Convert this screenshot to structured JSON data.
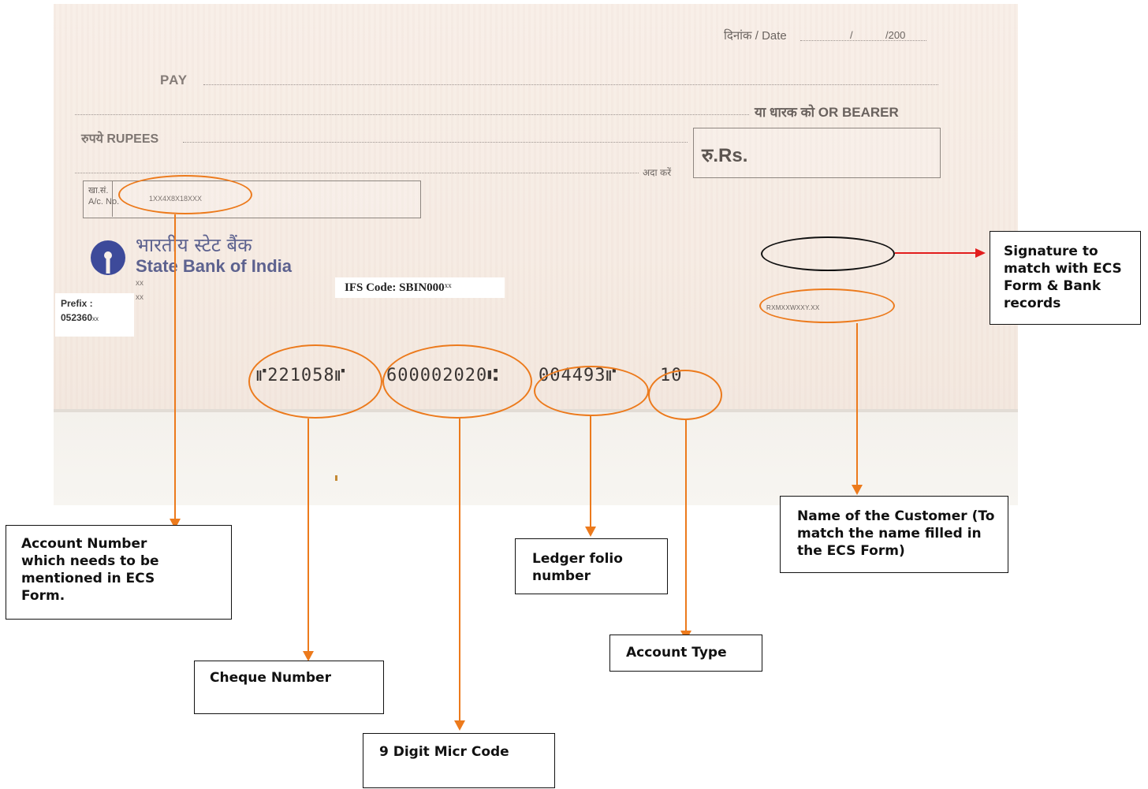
{
  "cheque": {
    "date_label": "दिनांक / Date",
    "date_sep": "/",
    "date_year": "/200",
    "pay_label": "PAY",
    "bearer_label": "या धारक को OR BEARER",
    "rupees_label": "रुपये RUPEES",
    "amount_label": "रु.Rs.",
    "pay_hindi": "अदा करें",
    "account_label_hi": "खा.सं.",
    "account_label_en": "A/c. No.",
    "account_number": "1XX4X8X18XXX",
    "bank_name_hi": "भारतीय स्टेट बैंक",
    "bank_name_en": "State Bank of India",
    "branch_line1": "xx",
    "branch_line2": "xx",
    "ifs_code": "IFS Code: SBIN000",
    "ifs_suffix": "xx",
    "prefix_label": "Prefix :",
    "prefix_value": "052360",
    "prefix_suffix": "xx",
    "customer_name": "RXMXXWXXY.XX",
    "micr_cheque_no": "⑈221058⑈",
    "micr_code": "600002020⑆",
    "micr_ledger": "004493⑈",
    "micr_account_type": "10"
  },
  "callouts": {
    "signature": "Signature to match with ECS Form & Bank records",
    "customer_name": "Name of the Customer (To match the name filled in the ECS Form)",
    "account_number": "Account Number which needs to be mentioned in ECS Form.",
    "ledger_folio": "Ledger folio number",
    "account_type": "Account Type",
    "cheque_number": "Cheque Number",
    "micr_code": "9 Digit Micr Code"
  },
  "colors": {
    "annotation": "#ec7a1c",
    "signature_arrow": "#e21d1d",
    "sbi_blue": "#3d4a9a",
    "cheque_bg": "#f8efe8"
  }
}
